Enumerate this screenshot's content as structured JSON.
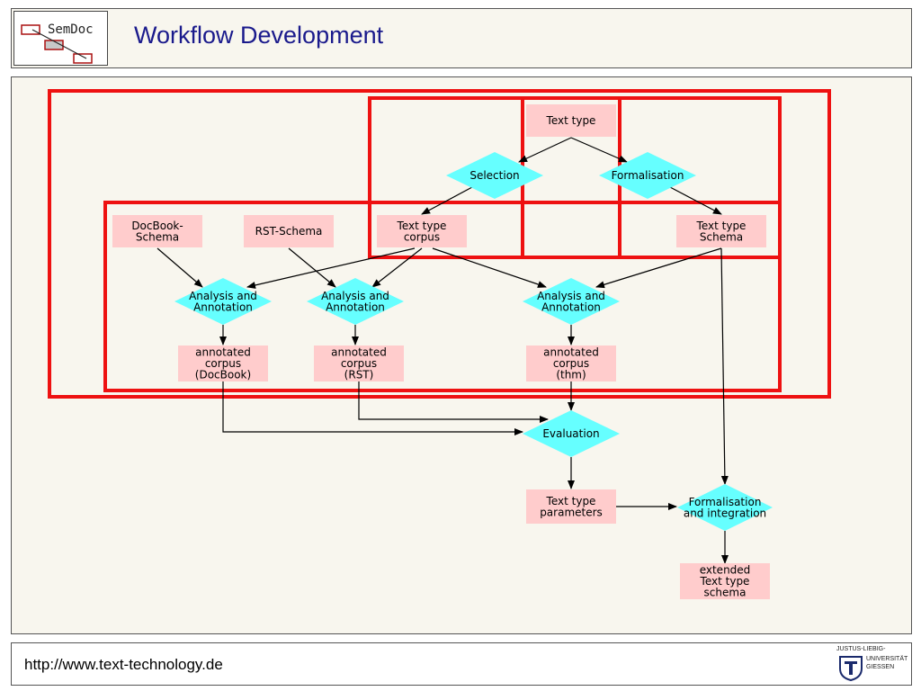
{
  "header": {
    "title": "Workflow Development",
    "logo_text": "SemDoc"
  },
  "footer": {
    "url": "http://www.text-technology.de",
    "university_lines": [
      "JUSTUS-LIEBIG-",
      "UNIVERSITÄT",
      "GIESSEN"
    ]
  },
  "colors": {
    "title": "#1a1a8c",
    "box_fill": "#ffcccc",
    "diamond_fill": "#66ffff",
    "group_border": "#ee1111",
    "arrow": "#000000"
  },
  "diagram": {
    "nodes": [
      {
        "id": "text-type",
        "kind": "box",
        "lines": [
          "Text type"
        ]
      },
      {
        "id": "selection",
        "kind": "diamond",
        "lines": [
          "Selection"
        ]
      },
      {
        "id": "formalisation",
        "kind": "diamond",
        "lines": [
          "Formalisation"
        ]
      },
      {
        "id": "docbook-schema",
        "kind": "box",
        "lines": [
          "DocBook-",
          "Schema"
        ]
      },
      {
        "id": "rst-schema",
        "kind": "box",
        "lines": [
          "RST-Schema"
        ]
      },
      {
        "id": "text-type-corpus",
        "kind": "box",
        "lines": [
          "Text type",
          "corpus"
        ]
      },
      {
        "id": "text-type-schema",
        "kind": "box",
        "lines": [
          "Text type",
          "Schema"
        ]
      },
      {
        "id": "analysis-1",
        "kind": "diamond",
        "lines": [
          "Analysis and",
          "Annotation"
        ]
      },
      {
        "id": "analysis-2",
        "kind": "diamond",
        "lines": [
          "Analysis and",
          "Annotation"
        ]
      },
      {
        "id": "analysis-3",
        "kind": "diamond",
        "lines": [
          "Analysis and",
          "Annotation"
        ]
      },
      {
        "id": "annotated-docbook",
        "kind": "box",
        "lines": [
          "annotated",
          "corpus",
          "(DocBook)"
        ]
      },
      {
        "id": "annotated-rst",
        "kind": "box",
        "lines": [
          "annotated",
          "corpus",
          "(RST)"
        ]
      },
      {
        "id": "annotated-thm",
        "kind": "box",
        "lines": [
          "annotated",
          "corpus",
          "(thm)"
        ]
      },
      {
        "id": "evaluation",
        "kind": "diamond",
        "lines": [
          "Evaluation"
        ]
      },
      {
        "id": "text-type-parameters",
        "kind": "box",
        "lines": [
          "Text type",
          "parameters"
        ]
      },
      {
        "id": "formalisation-integration",
        "kind": "diamond",
        "lines": [
          "Formalisation",
          "and integration"
        ]
      },
      {
        "id": "extended-schema",
        "kind": "box",
        "lines": [
          "extended",
          "Text type",
          "schema"
        ]
      }
    ],
    "edges": [
      [
        "text-type",
        "selection"
      ],
      [
        "text-type",
        "formalisation"
      ],
      [
        "selection",
        "text-type-corpus"
      ],
      [
        "formalisation",
        "text-type-schema"
      ],
      [
        "docbook-schema",
        "analysis-1"
      ],
      [
        "rst-schema",
        "analysis-2"
      ],
      [
        "text-type-corpus",
        "analysis-1"
      ],
      [
        "text-type-corpus",
        "analysis-2"
      ],
      [
        "text-type-corpus",
        "analysis-3"
      ],
      [
        "text-type-schema",
        "analysis-3"
      ],
      [
        "analysis-1",
        "annotated-docbook"
      ],
      [
        "analysis-2",
        "annotated-rst"
      ],
      [
        "analysis-3",
        "annotated-thm"
      ],
      [
        "annotated-docbook",
        "evaluation"
      ],
      [
        "annotated-rst",
        "evaluation"
      ],
      [
        "annotated-thm",
        "evaluation"
      ],
      [
        "evaluation",
        "text-type-parameters"
      ],
      [
        "text-type-parameters",
        "formalisation-integration"
      ],
      [
        "text-type-schema",
        "formalisation-integration"
      ],
      [
        "formalisation-integration",
        "extended-schema"
      ]
    ]
  }
}
